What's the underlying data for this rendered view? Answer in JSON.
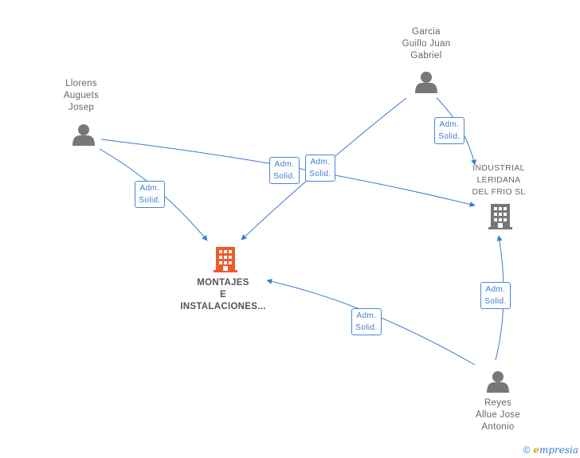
{
  "colors": {
    "edge": "#3a7bd5",
    "person_icon": "#777777",
    "company_icon": "#777777",
    "main_company_icon": "#f05a28"
  },
  "nodes": {
    "llorens": {
      "lines": [
        "Llorens",
        "Auguets",
        "Josep"
      ],
      "icon": "person-icon"
    },
    "garcia": {
      "lines": [
        "Garcia",
        "Guillo Juan",
        "Gabriel"
      ],
      "icon": "person-icon"
    },
    "reyes": {
      "lines": [
        "Reyes",
        "Allue Jose",
        "Antonio"
      ],
      "icon": "person-icon"
    },
    "industrial": {
      "lines": [
        "INDUSTRIAL",
        "LERIDANA",
        "DEL FRIO SL"
      ],
      "icon": "building-icon"
    },
    "montajes": {
      "lines": [
        "MONTAJES",
        "E",
        "INSTALACIONES..."
      ],
      "icon": "building-icon"
    }
  },
  "edges": [
    {
      "from": "llorens",
      "to": "montajes",
      "label": [
        "Adm.",
        "Solid."
      ]
    },
    {
      "from": "llorens",
      "to": "industrial",
      "label": [
        "Adm.",
        "Solid."
      ]
    },
    {
      "from": "garcia",
      "to": "montajes",
      "label": [
        "Adm.",
        "Solid."
      ]
    },
    {
      "from": "garcia",
      "to": "industrial",
      "label": [
        "Adm.",
        "Solid."
      ]
    },
    {
      "from": "reyes",
      "to": "montajes",
      "label": [
        "Adm.",
        "Solid."
      ]
    },
    {
      "from": "reyes",
      "to": "industrial",
      "label": [
        "Adm.",
        "Solid."
      ]
    }
  ],
  "footer": {
    "copyright": "©",
    "brand_first": "e",
    "brand_rest": "mpresia"
  }
}
